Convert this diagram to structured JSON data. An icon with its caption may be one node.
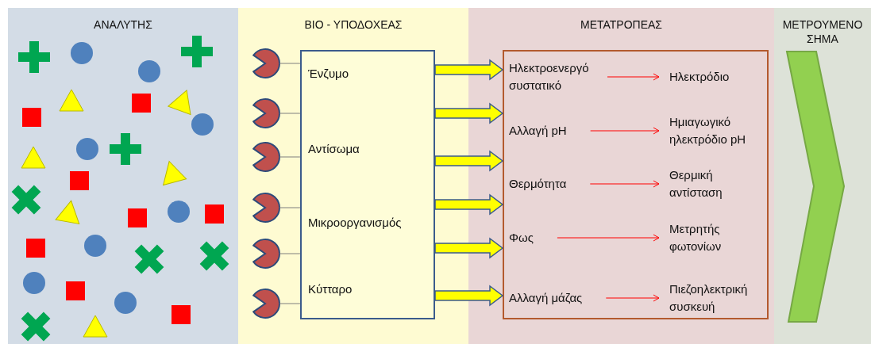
{
  "diagram": {
    "nodes": [
      {
        "text": [
          "ΑΝΑΛΥΤΗΣ"
        ]
      },
      {
        "text": [
          "ΒΙΟ - ΥΠΟΔΟΧΕΑΣ"
        ]
      },
      {
        "text": [],
        "shape": "pacman",
        "in": 1
      },
      {
        "text": [],
        "shape": "pacman",
        "in": 1
      },
      {
        "text": [],
        "shape": "pacman",
        "in": 1
      },
      {
        "text": [],
        "shape": "pacman",
        "in": 1
      },
      {
        "text": [],
        "shape": "pacman",
        "in": 1
      },
      {
        "text": [],
        "shape": "pacman",
        "in": 1
      },
      {
        "text": [
          "Ένζυμο",
          "Αντίσωμα",
          "Μικροοργανισμός",
          "Κύτταρο"
        ],
        "in": 1
      },
      {
        "text": [
          "ΜΕΤΑΤΡΟΠΕΑΣ"
        ]
      },
      {
        "text": [],
        "shape": "box",
        "in": 9
      },
      {
        "text": [
          "Ηλεκτροενεργό συστατικό"
        ],
        "in": 10
      },
      {
        "text": [
          "Ηλεκτρόδιο"
        ],
        "in": 10
      },
      {
        "text": [
          "Αλλαγή pH"
        ],
        "in": 10
      },
      {
        "text": [
          "Ημιαγωγικό ηλεκτρόδιο pH"
        ],
        "in": 10
      },
      {
        "text": [
          "Θερμότητα"
        ],
        "in": 10
      },
      {
        "text": [
          "Θερμική αντίσταση"
        ],
        "in": 10
      },
      {
        "text": [
          "Φως"
        ],
        "in": 10
      },
      {
        "text": [
          "Μετρητής φωτονίων"
        ],
        "in": 10
      },
      {
        "text": [
          "Αλλαγή μάζας"
        ],
        "in": 10
      },
      {
        "text": [
          "Πιεζοηλεκτρική συσκευή"
        ],
        "in": 10
      },
      {
        "text": [
          "ΜΕΤΡΟΥΜΕΝΟ ΣΗΜΑ"
        ]
      },
      {
        "text": [],
        "shape": "chevron",
        "in": 21
      }
    ],
    "edges": [
      {
        "from": 2,
        "to": 8,
        "arrow": "none"
      },
      {
        "from": 3,
        "to": 8,
        "arrow": "none"
      },
      {
        "from": 4,
        "to": 8,
        "arrow": "none"
      },
      {
        "from": 5,
        "to": 8,
        "arrow": "none"
      },
      {
        "from": 6,
        "to": 8,
        "arrow": "none"
      },
      {
        "from": 7,
        "to": 8,
        "arrow": "none"
      },
      {
        "from": 8,
        "to": 10,
        "arrow": "to",
        "style": "thick",
        "color": "#ffff00"
      },
      {
        "from": 8,
        "to": 10,
        "arrow": "to",
        "style": "thick",
        "color": "#ffff00"
      },
      {
        "from": 8,
        "to": 10,
        "arrow": "to",
        "style": "thick",
        "color": "#ffff00"
      },
      {
        "from": 8,
        "to": 10,
        "arrow": "to",
        "style": "thick",
        "color": "#ffff00"
      },
      {
        "from": 8,
        "to": 10,
        "arrow": "to",
        "style": "thick",
        "color": "#ffff00"
      },
      {
        "from": 8,
        "to": 10,
        "arrow": "to",
        "style": "thick",
        "color": "#ffff00"
      },
      {
        "from": 11,
        "to": 12,
        "arrow": "to",
        "color": "#ff0000"
      },
      {
        "from": 13,
        "to": 14,
        "arrow": "to",
        "color": "#ff0000"
      },
      {
        "from": 15,
        "to": 16,
        "arrow": "to",
        "color": "#ff0000"
      },
      {
        "from": 17,
        "to": 18,
        "arrow": "to",
        "color": "#ff0000"
      },
      {
        "from": 19,
        "to": 20,
        "arrow": "to",
        "color": "#ff0000"
      }
    ]
  }
}
